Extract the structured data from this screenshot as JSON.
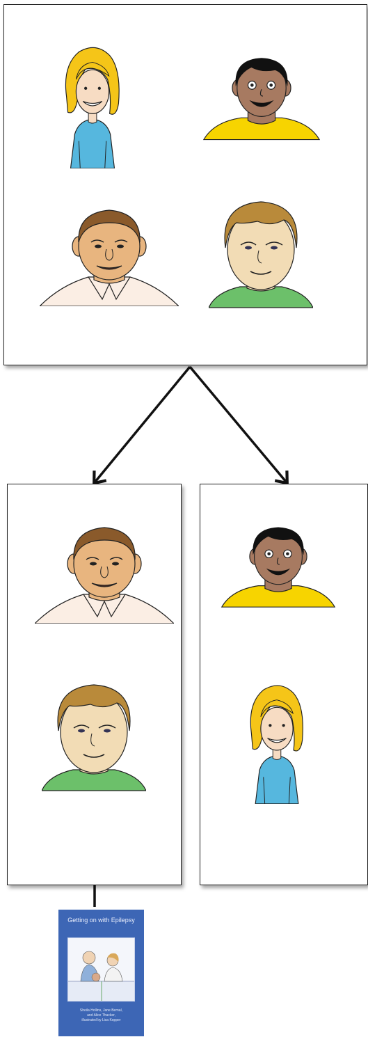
{
  "nodes": {
    "top": {
      "faces": [
        "blonde-woman",
        "dark-haired-woman",
        "brown-haired-man",
        "short-haired-woman"
      ]
    },
    "left": {
      "faces": [
        "brown-haired-man",
        "short-haired-woman"
      ]
    },
    "right": {
      "faces": [
        "dark-haired-woman",
        "blonde-woman"
      ]
    }
  },
  "book": {
    "title": "Getting on with Epilepsy",
    "authors": [
      "Sheila Hollins, Jane Bernal,",
      "and Alice Thacker,",
      "illustrated by Lisa Kopper"
    ]
  },
  "colors": {
    "border": "#222222",
    "arrow": "#111111",
    "book_cover": "#3d66b5",
    "blonde_hair": "#f5c518",
    "blue_top": "#56b7de",
    "yellow_top": "#f7d400",
    "green_top": "#6cc06a",
    "tan_skin": "#e8b57f",
    "brown_skin": "#a77a61",
    "light_skin": "#f2dcb5"
  }
}
